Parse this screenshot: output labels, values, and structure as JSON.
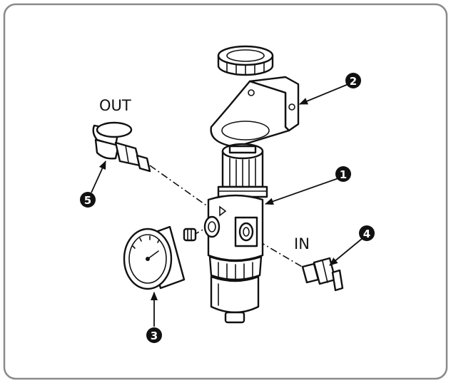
{
  "labels": {
    "out": "OUT",
    "in": "IN"
  },
  "callouts": {
    "c1": "1",
    "c2": "2",
    "c3": "3",
    "c4": "4",
    "c5": "5"
  },
  "colors": {
    "line": "#111111",
    "frame": "#8a8a8a",
    "background": "#ffffff"
  }
}
